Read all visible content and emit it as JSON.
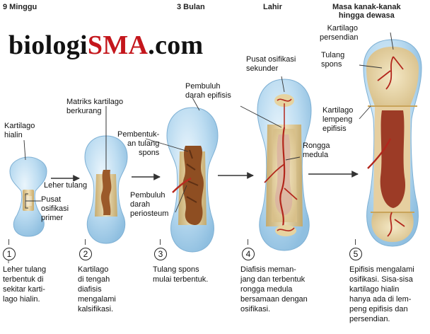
{
  "watermark": {
    "part1": "biologi",
    "part2": "SMA",
    "part3": ".com",
    "accent": "#c4161c"
  },
  "stages": {
    "s1": "9 Minggu",
    "s2": "3 Bulan",
    "s3": "Lahir",
    "s4": "Masa kanak-kanak\nhingga dewasa"
  },
  "labels": {
    "kartilago_hialin": "Kartilago\nhialin",
    "leher_tulang": "Leher tulang",
    "pusat_osifikasi_primer": "Pusat\nosifikasi\nprimer",
    "matriks_kartilago": "Matriks kartilago\nberkurang",
    "pembentukan_tulang_spons": "Pembentuk-\nan tulang\nspons",
    "pembuluh_darah_periosteum": "Pembuluh\ndarah\nperiosteum",
    "pembuluh_darah_epifisis": "Pembuluh\ndarah epifisis",
    "pusat_osifikasi_sekunder": "Pusat osifikasi\nsekunder",
    "rongga_medula": "Rongga\nmedula",
    "kartilago_persendian": "Kartilago\npersendian",
    "tulang_spons": "Tulang\nspons",
    "kartilago_lempeng_epifisis": "Kartilago\nlempeng\nepifisis"
  },
  "steps": [
    {
      "number": "1",
      "text": "Leher tulang\nterbentuk di\nsekitar karti-\nlago hialin."
    },
    {
      "number": "2",
      "text": "Kartilago\ndi tengah\ndiafisis\nmengalami\nkalsifikasi."
    },
    {
      "number": "3",
      "text": "Tulang spons\nmulai terbentuk."
    },
    {
      "number": "4",
      "text": "Diafisis meman-\njang dan terbentuk\nrongga medula\nbersamaan dengan\nosifikasi."
    },
    {
      "number": "5",
      "text": "Epifisis mengalami\nosifikasi. Sisa-sisa\nkartilago hialin\nhanya ada di lem-\npeng epifisis dan\npersendian."
    }
  ]
}
